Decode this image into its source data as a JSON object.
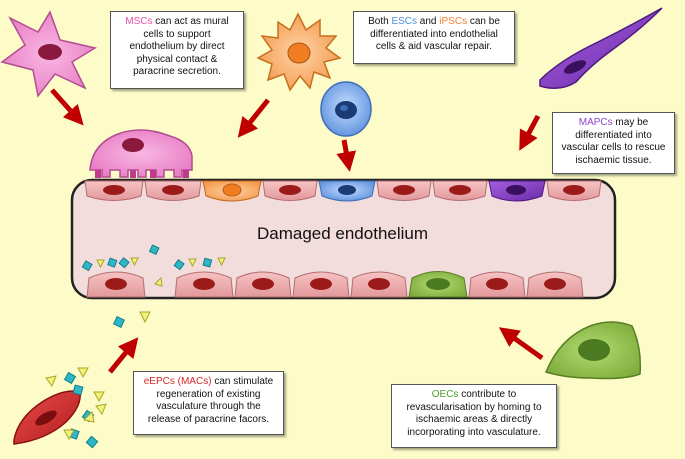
{
  "vessel": {
    "label": "Damaged endothelium"
  },
  "colors": {
    "background": "#fdfbc8",
    "vessel_fill": "#f2dcdc",
    "endothelial_cell": "#e8a2a4",
    "nucleus": "#9b1b1b",
    "arrow": "#c00000",
    "msc": "#f28fd0",
    "esc": "#f4a15d",
    "ipsc": "#6f9fe3",
    "mapc": "#8e44c8",
    "epc": "#d63333",
    "oec": "#8fbf4a",
    "paracrine_square": "#2eb8c7",
    "paracrine_triangle": "#f2f27a"
  },
  "boxes": {
    "msc": {
      "abbr": "MSCs",
      "text": " can act as mural cells  to support endothelium by direct physical contact & paracrine secretion.",
      "color": "#e84fae"
    },
    "esc_ipsc": {
      "prefix": "Both ",
      "abbr1": "ESCs",
      "mid": " and ",
      "abbr2": "iPSCs",
      "text": " can be differentiated into endothelial cells & aid vascular repair.",
      "color1": "#4a90d9",
      "color2": "#f07e2a"
    },
    "mapc": {
      "abbr": "MAPCs",
      "text": " may be differentiated into vascular cells to rescue ischaemic tissue.",
      "color": "#8e44c8"
    },
    "epc": {
      "abbr": "eEPCs (MACs)",
      "text": " can stimulate regeneration of existing vasculature through the release of paracrine facors.",
      "color": "#d62828"
    },
    "oec": {
      "abbr": "OECs",
      "text": " contribute to revascularisation by homing to ischaemic areas & directly incorporating into vasculature.",
      "color": "#4f9a2a"
    }
  }
}
